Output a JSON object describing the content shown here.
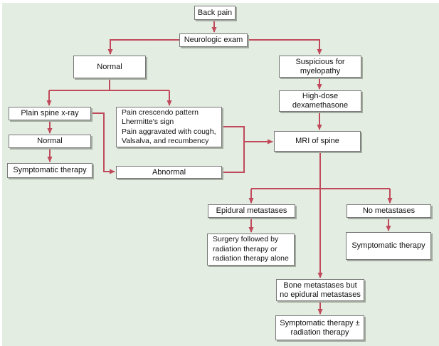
{
  "figure": {
    "type": "flowchart",
    "topic": "Back pain management algorithm",
    "colors": {
      "panel_background": "#e3ede2",
      "arrow": "#c04a5c",
      "box_fill": "#ffffff",
      "box_border": "#787878",
      "box_shadow": "#a3ab9f",
      "text": "#111111"
    },
    "nodes": {
      "back_pain": "Back pain",
      "neurologic_exam": "Neurologic exam",
      "exam_normal": "Normal",
      "suspicious_myelopathy": "Suspicious for\nmyelopathy",
      "plain_spine_xray": "Plain spine x-ray",
      "red_flags": "Pain crescendo pattern\nLhermitte's sign\nPain aggravated with cough,\nValsalva, and recumbency",
      "high_dose_dexamethasone": "High-dose\ndexamethasone",
      "xray_normal": "Normal",
      "mri_of_spine": "MRI of spine",
      "symptomatic_therapy_left": "Symptomatic therapy",
      "abnormal": "Abnormal",
      "epidural_metastases": "Epidural metastases",
      "no_metastases": "No metastases",
      "surgery_radiation": "Surgery followed by\nradiation therapy or\nradiation therapy alone",
      "symptomatic_therapy_right": "Symptomatic therapy",
      "bone_metastases": "Bone metastases but\nno epidural metastases",
      "symptomatic_therapy_radiation": "Symptomatic therapy ±\nradiation therapy"
    }
  }
}
